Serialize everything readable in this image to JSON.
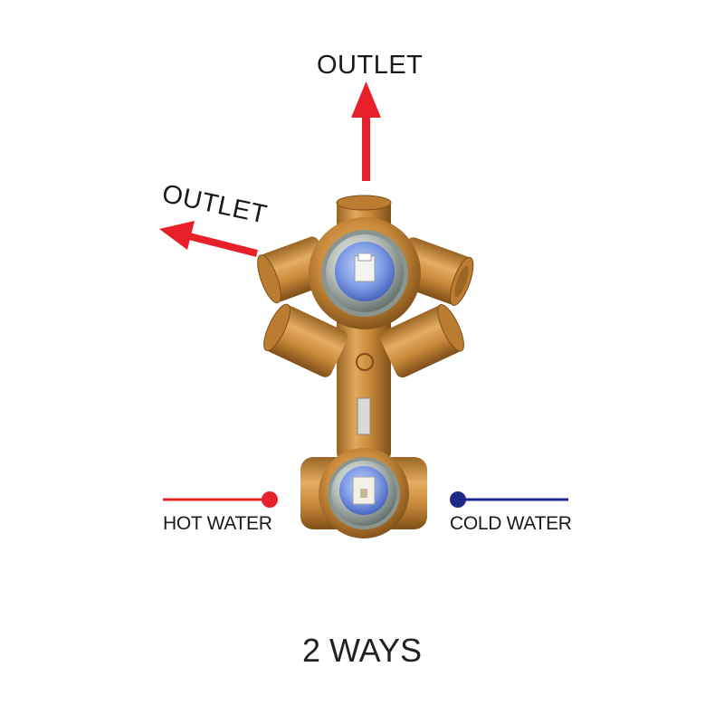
{
  "labels": {
    "outlet_top": "OUTLET",
    "outlet_left": "OUTLET",
    "hot_water": "HOT WATER",
    "cold_water": "COLD WATER",
    "caption": "2 WAYS"
  },
  "colors": {
    "outlet_arrow": "#e8202a",
    "hot_water": "#e8202a",
    "cold_water": "#1e2a8c",
    "brass": "#c98a3a",
    "brass_dark": "#8f5a1e",
    "cartridge_blue": "#6f8fe0",
    "text": "#1a1a1a"
  },
  "icons": {
    "outlet_top": "arrow-up-icon",
    "outlet_left": "arrow-left-icon",
    "hot_water": "hot-water-dot-icon",
    "cold_water": "cold-water-dot-icon"
  }
}
